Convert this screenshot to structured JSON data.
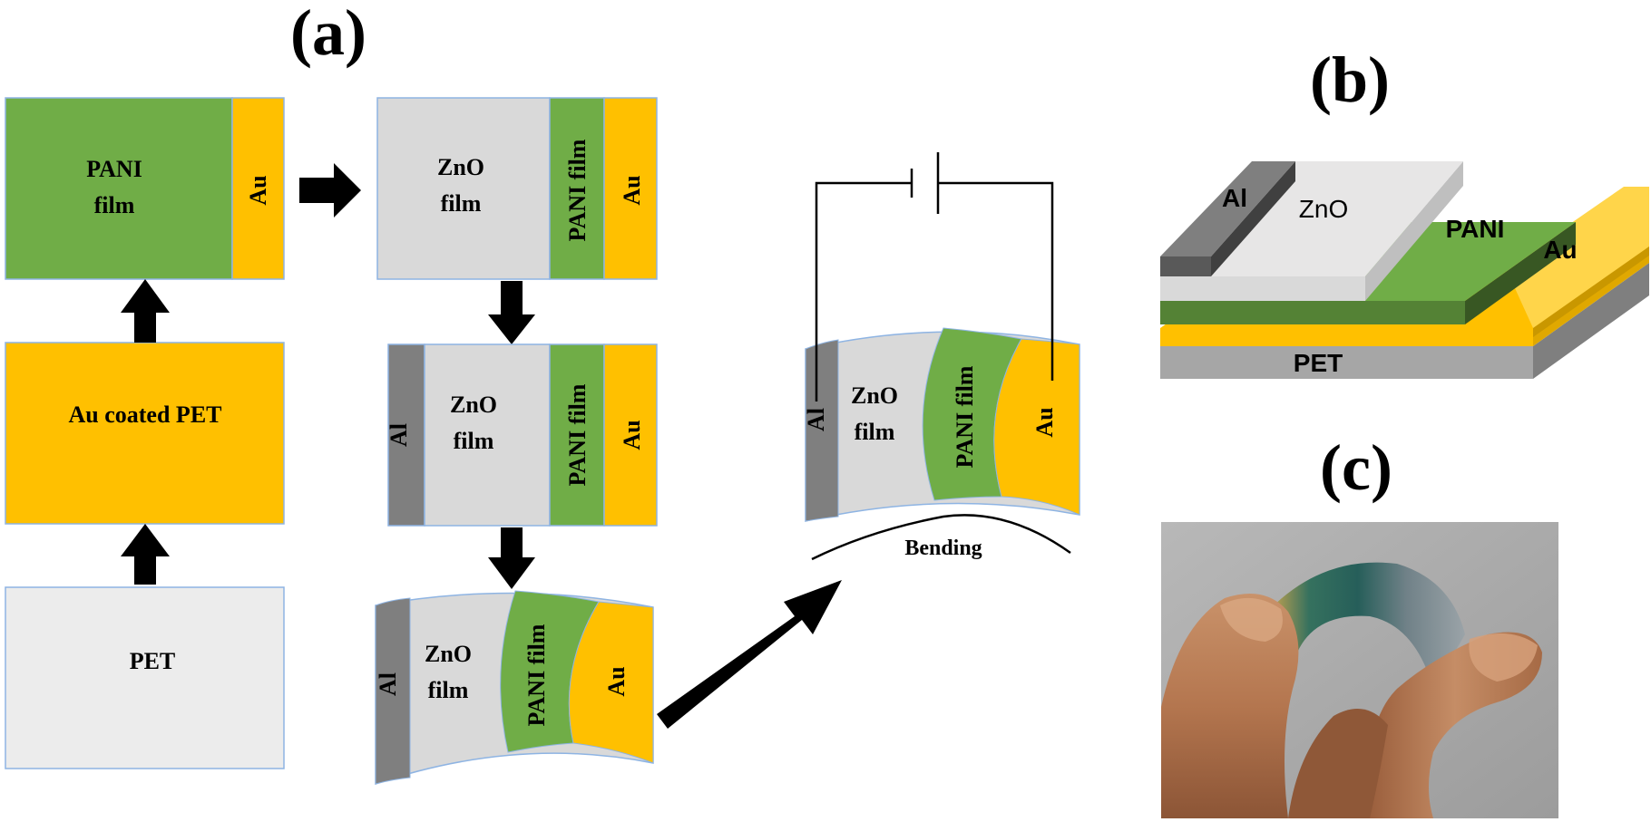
{
  "panel_labels": {
    "a": "(a)",
    "b": "(b)",
    "c": "(c)"
  },
  "colors": {
    "pani_green": "#70ad47",
    "au_gold": "#ffc000",
    "zno_gray": "#d9d9d9",
    "pet_gray": "#ececec",
    "al_gray": "#7f7f7f",
    "box_border": "#8eb4e3",
    "arrow": "#000000"
  },
  "process": {
    "pet": "PET",
    "au_pet": "Au coated PET",
    "pani_film": [
      "PANI",
      "film"
    ],
    "au": "Au",
    "zno_film": [
      "ZnO",
      "film"
    ],
    "pani_film_vertical": "PANI film",
    "al": "Al",
    "bending": "Bending"
  },
  "device_3d": {
    "al": "Al",
    "zno": "ZnO",
    "pani": "PANI",
    "au": "Au",
    "pet": "PET"
  },
  "photo": {
    "description_icon": "bent-device-photo"
  }
}
